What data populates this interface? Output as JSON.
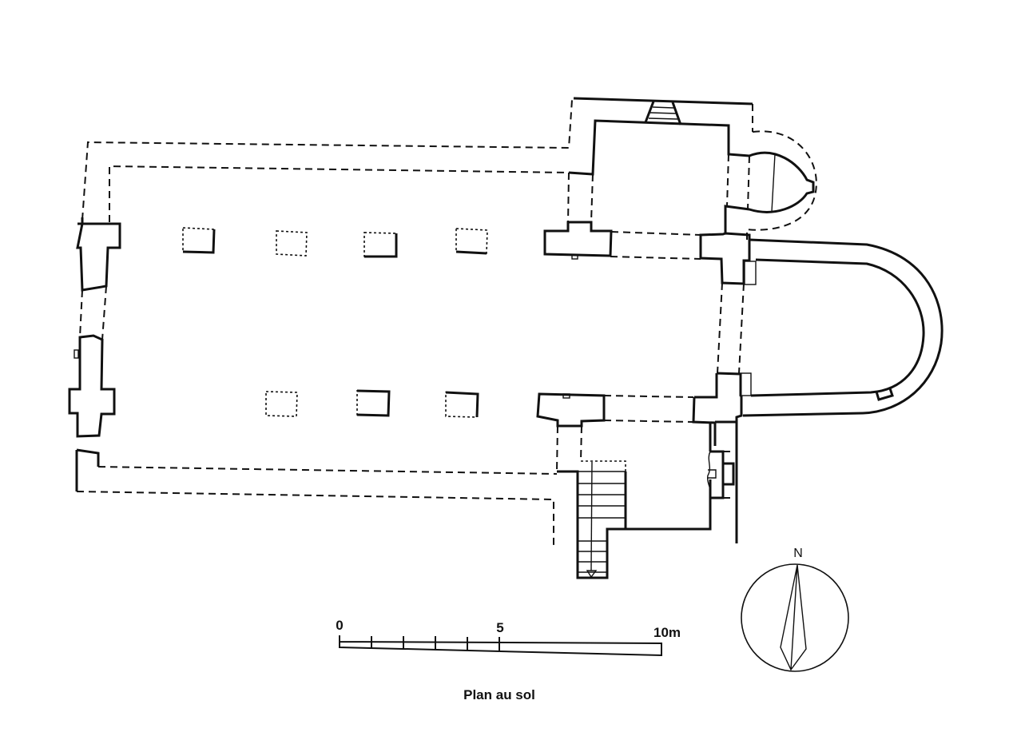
{
  "compass": {
    "north_label": "N"
  },
  "scale_bar": {
    "start_label": "0",
    "mid_label": "5",
    "end_label": "10m",
    "unit": "m",
    "length": 10
  },
  "caption": "Plan au sol"
}
